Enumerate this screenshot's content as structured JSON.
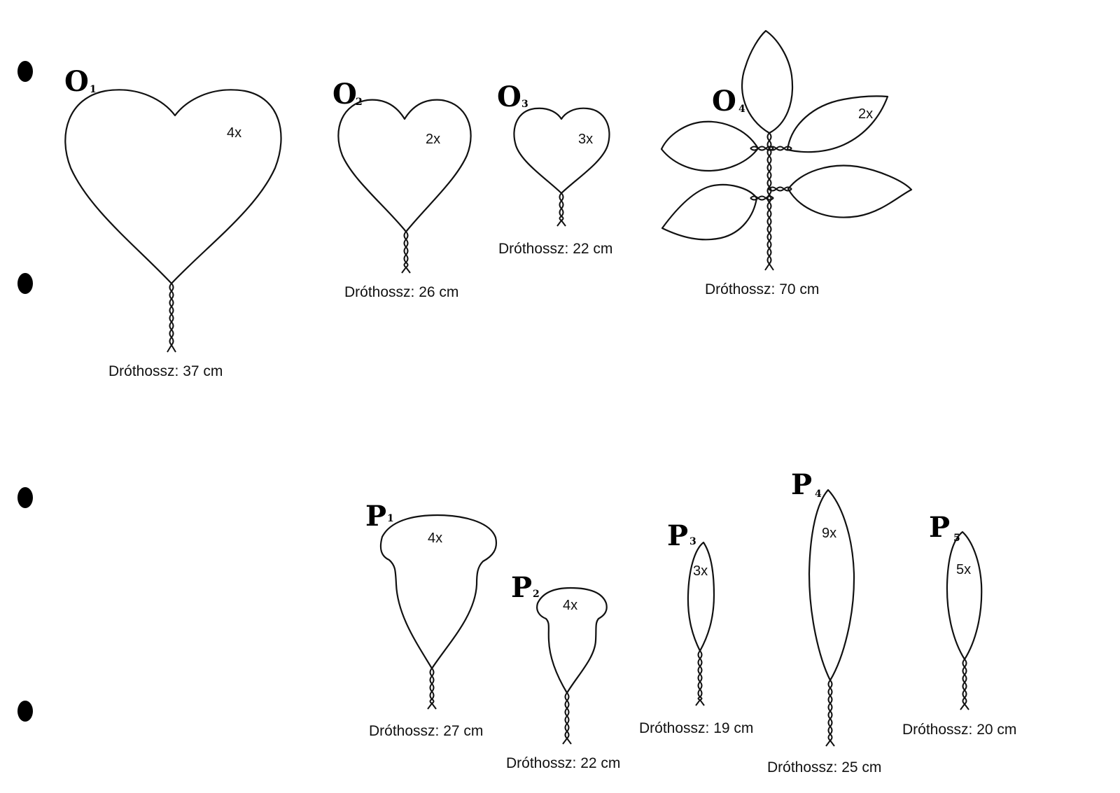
{
  "parts": [
    {
      "id": "o1",
      "letter": "O",
      "index": "1",
      "count": "4x",
      "wire": "Dróthossz: 37 cm"
    },
    {
      "id": "o2",
      "letter": "O",
      "index": "2",
      "count": "2x",
      "wire": "Dróthossz: 26 cm"
    },
    {
      "id": "o3",
      "letter": "O",
      "index": "3",
      "count": "3x",
      "wire": "Dróthossz: 22 cm"
    },
    {
      "id": "o4",
      "letter": "O",
      "index": "4",
      "count": "2x",
      "wire": "Dróthossz: 70 cm"
    },
    {
      "id": "p1",
      "letter": "P",
      "index": "1",
      "count": "4x",
      "wire": "Dróthossz: 27 cm"
    },
    {
      "id": "p2",
      "letter": "P",
      "index": "2",
      "count": "4x",
      "wire": "Dróthossz: 22 cm"
    },
    {
      "id": "p3",
      "letter": "P",
      "index": "3",
      "count": "3x",
      "wire": "Dróthossz: 19 cm"
    },
    {
      "id": "p4",
      "letter": "P",
      "index": "4",
      "count": "9x",
      "wire": "Dróthossz: 25 cm"
    },
    {
      "id": "p5",
      "letter": "P",
      "index": "5",
      "count": "5x",
      "wire": "Dróthossz: 20 cm"
    }
  ]
}
